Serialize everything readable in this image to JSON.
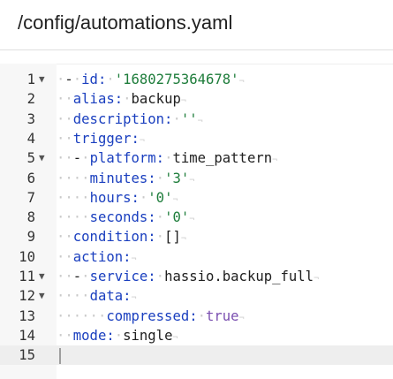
{
  "header": {
    "title": "/config/automations.yaml"
  },
  "editor": {
    "whitespace_marker": "·",
    "eol_marker": "¬",
    "fold_icon": "chevron-down-icon",
    "lines": [
      {
        "n": "1",
        "fold": true,
        "tokens": [
          {
            "t": "ws",
            "v": "·"
          },
          {
            "t": "plain",
            "v": "-"
          },
          {
            "t": "ws",
            "v": "·"
          },
          {
            "t": "key",
            "v": "id:"
          },
          {
            "t": "ws",
            "v": "·"
          },
          {
            "t": "str",
            "v": "'1680275364678'"
          },
          {
            "t": "eol",
            "v": "¬"
          }
        ]
      },
      {
        "n": "2",
        "fold": false,
        "tokens": [
          {
            "t": "ws",
            "v": "··"
          },
          {
            "t": "key",
            "v": "alias:"
          },
          {
            "t": "ws",
            "v": "·"
          },
          {
            "t": "plain",
            "v": "backup"
          },
          {
            "t": "eol",
            "v": "¬"
          }
        ]
      },
      {
        "n": "3",
        "fold": false,
        "tokens": [
          {
            "t": "ws",
            "v": "··"
          },
          {
            "t": "key",
            "v": "description:"
          },
          {
            "t": "ws",
            "v": "·"
          },
          {
            "t": "str",
            "v": "''"
          },
          {
            "t": "eol",
            "v": "¬"
          }
        ]
      },
      {
        "n": "4",
        "fold": false,
        "tokens": [
          {
            "t": "ws",
            "v": "··"
          },
          {
            "t": "key",
            "v": "trigger:"
          },
          {
            "t": "eol",
            "v": "¬"
          }
        ]
      },
      {
        "n": "5",
        "fold": true,
        "tokens": [
          {
            "t": "ws",
            "v": "··"
          },
          {
            "t": "plain",
            "v": "-"
          },
          {
            "t": "ws",
            "v": "·"
          },
          {
            "t": "key",
            "v": "platform:"
          },
          {
            "t": "ws",
            "v": "·"
          },
          {
            "t": "plain",
            "v": "time_pattern"
          },
          {
            "t": "eol",
            "v": "¬"
          }
        ]
      },
      {
        "n": "6",
        "fold": false,
        "tokens": [
          {
            "t": "ws",
            "v": "····"
          },
          {
            "t": "key",
            "v": "minutes:"
          },
          {
            "t": "ws",
            "v": "·"
          },
          {
            "t": "str",
            "v": "'3'"
          },
          {
            "t": "eol",
            "v": "¬"
          }
        ]
      },
      {
        "n": "7",
        "fold": false,
        "tokens": [
          {
            "t": "ws",
            "v": "····"
          },
          {
            "t": "key",
            "v": "hours:"
          },
          {
            "t": "ws",
            "v": "·"
          },
          {
            "t": "str",
            "v": "'0'"
          },
          {
            "t": "eol",
            "v": "¬"
          }
        ]
      },
      {
        "n": "8",
        "fold": false,
        "tokens": [
          {
            "t": "ws",
            "v": "····"
          },
          {
            "t": "key",
            "v": "seconds:"
          },
          {
            "t": "ws",
            "v": "·"
          },
          {
            "t": "str",
            "v": "'0'"
          },
          {
            "t": "eol",
            "v": "¬"
          }
        ]
      },
      {
        "n": "9",
        "fold": false,
        "tokens": [
          {
            "t": "ws",
            "v": "··"
          },
          {
            "t": "key",
            "v": "condition:"
          },
          {
            "t": "ws",
            "v": "·"
          },
          {
            "t": "plain",
            "v": "[]"
          },
          {
            "t": "eol",
            "v": "¬"
          }
        ]
      },
      {
        "n": "10",
        "fold": false,
        "tokens": [
          {
            "t": "ws",
            "v": "··"
          },
          {
            "t": "key",
            "v": "action:"
          },
          {
            "t": "eol",
            "v": "¬"
          }
        ]
      },
      {
        "n": "11",
        "fold": true,
        "tokens": [
          {
            "t": "ws",
            "v": "··"
          },
          {
            "t": "plain",
            "v": "-"
          },
          {
            "t": "ws",
            "v": "·"
          },
          {
            "t": "key",
            "v": "service:"
          },
          {
            "t": "ws",
            "v": "·"
          },
          {
            "t": "plain",
            "v": "hassio.backup_full"
          },
          {
            "t": "eol",
            "v": "¬"
          }
        ]
      },
      {
        "n": "12",
        "fold": true,
        "tokens": [
          {
            "t": "ws",
            "v": "····"
          },
          {
            "t": "key",
            "v": "data:"
          },
          {
            "t": "eol",
            "v": "¬"
          }
        ]
      },
      {
        "n": "13",
        "fold": false,
        "tokens": [
          {
            "t": "ws",
            "v": "······"
          },
          {
            "t": "key",
            "v": "compressed:"
          },
          {
            "t": "ws",
            "v": "·"
          },
          {
            "t": "kw",
            "v": "true"
          },
          {
            "t": "eol",
            "v": "¬"
          }
        ]
      },
      {
        "n": "14",
        "fold": false,
        "tokens": [
          {
            "t": "ws",
            "v": "··"
          },
          {
            "t": "key",
            "v": "mode:"
          },
          {
            "t": "ws",
            "v": "·"
          },
          {
            "t": "plain",
            "v": "single"
          },
          {
            "t": "eol",
            "v": "¬"
          }
        ]
      },
      {
        "n": "15",
        "fold": false,
        "active": true,
        "tokens": []
      }
    ]
  }
}
